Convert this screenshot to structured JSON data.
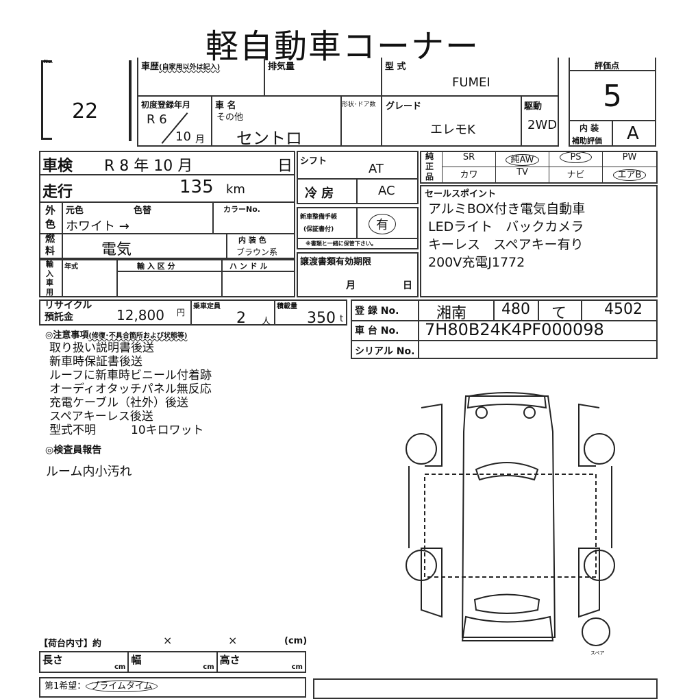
{
  "title": "軽自動車コーナー",
  "lot": {
    "label": "No.",
    "value": "22"
  },
  "history": {
    "label": "車歴",
    "sub": "(自家用以外は記入)",
    "value": ""
  },
  "displacement": {
    "label": "排気量",
    "value": ""
  },
  "model_code": {
    "label": "型 式",
    "value": "FUMEI"
  },
  "first_reg": {
    "label": "初度登録年月",
    "era": "R 6",
    "month": "10",
    "month_unit": "月"
  },
  "car_name": {
    "label": "車 名",
    "sub": "その他",
    "value": "セントロ"
  },
  "body_doors": {
    "label": "形状･ドア数",
    "value": ""
  },
  "grade": {
    "label": "グレード",
    "value": "エレモK"
  },
  "drive": {
    "label": "駆動",
    "value": "2WD"
  },
  "score": {
    "label": "評価点",
    "value": "5",
    "interior_label_1": "内 装",
    "interior_label_2": "補助評価",
    "interior_value": "A"
  },
  "inspection": {
    "label": "車検",
    "value": "R 8 年 10 月",
    "day": "日"
  },
  "mileage": {
    "label": "走行",
    "value": "135",
    "unit": "km"
  },
  "exterior": {
    "label": "外色",
    "orig_label": "元色",
    "change_label": "色替",
    "value": "ホワイト →",
    "color_no_label": "カラーNo."
  },
  "fuel": {
    "label": "燃料",
    "value": "電気",
    "interior_color_label": "内 装 色",
    "interior_color": "ブラウン系"
  },
  "import": {
    "label": "輸入車用",
    "year_label": "年式",
    "class_label": "輸 入 区 分",
    "handle_label": "ハ ン ド ル"
  },
  "shift": {
    "label": "シフト",
    "value": "AT"
  },
  "ac": {
    "label": "冷 房",
    "value": "AC"
  },
  "service_book": {
    "label_1": "新車整備手帳",
    "label_2": "(保証書付)",
    "value": "有",
    "note": "※書類と一緒に保管下さい。"
  },
  "transfer": {
    "label": "譲渡書類有効期限",
    "month": "月",
    "day": "日"
  },
  "genuine": {
    "label": "純正品",
    "items": [
      {
        "label": "SR",
        "circled": false
      },
      {
        "label": "純AW",
        "circled": true
      },
      {
        "label": "PS",
        "circled": true
      },
      {
        "label": "PW",
        "circled": false
      },
      {
        "label": "カワ",
        "circled": false
      },
      {
        "label": "TV",
        "circled": false
      },
      {
        "label": "ナビ",
        "circled": false
      },
      {
        "label": "エアB",
        "circled": true
      }
    ]
  },
  "sales_points": {
    "label": "セールスポイント",
    "lines": [
      "アルミBOX付き電気自動車",
      "LEDライト　バックカメラ",
      "キーレス　スペアキー有り",
      "200V充電J1772"
    ]
  },
  "recycle": {
    "label": "リサイクル預託金",
    "value": "12,800",
    "unit": "円"
  },
  "capacity": {
    "label": "乗車定員",
    "value": "2",
    "unit": "人"
  },
  "load": {
    "label": "積載量",
    "value": "350",
    "unit": "t"
  },
  "registration": {
    "label": "登 録 No.",
    "area": "湘南",
    "class": "480",
    "kana": "て",
    "number": "4502"
  },
  "chassis": {
    "label": "車 台 No.",
    "value": "7H80B24K4PF000098"
  },
  "serial": {
    "label": "シリアル No.",
    "value": ""
  },
  "notes": {
    "label": "◎注意事項",
    "sub": "(修復･不具合箇所および状態等)",
    "lines": [
      "取り扱い説明書後送",
      "新車時保証書後送",
      "ルーフに新車時ビニール付着跡",
      "オーディオタッチパネル無反応",
      "充電ケーブル（社外）後送",
      "スペアキーレス後送",
      "型式不明　　　10キロワット"
    ]
  },
  "inspector": {
    "label": "◎検査員報告",
    "value": "ルーム内小汚れ"
  },
  "cargo": {
    "label": "【荷台内寸】約",
    "x": "×",
    "unit": "(cm)",
    "length": "長さ",
    "width": "幅",
    "height": "高さ",
    "cm": "cm"
  },
  "preference": {
    "label": "第1希望：",
    "value": "プライムタイム"
  },
  "spare_label": "スペア"
}
